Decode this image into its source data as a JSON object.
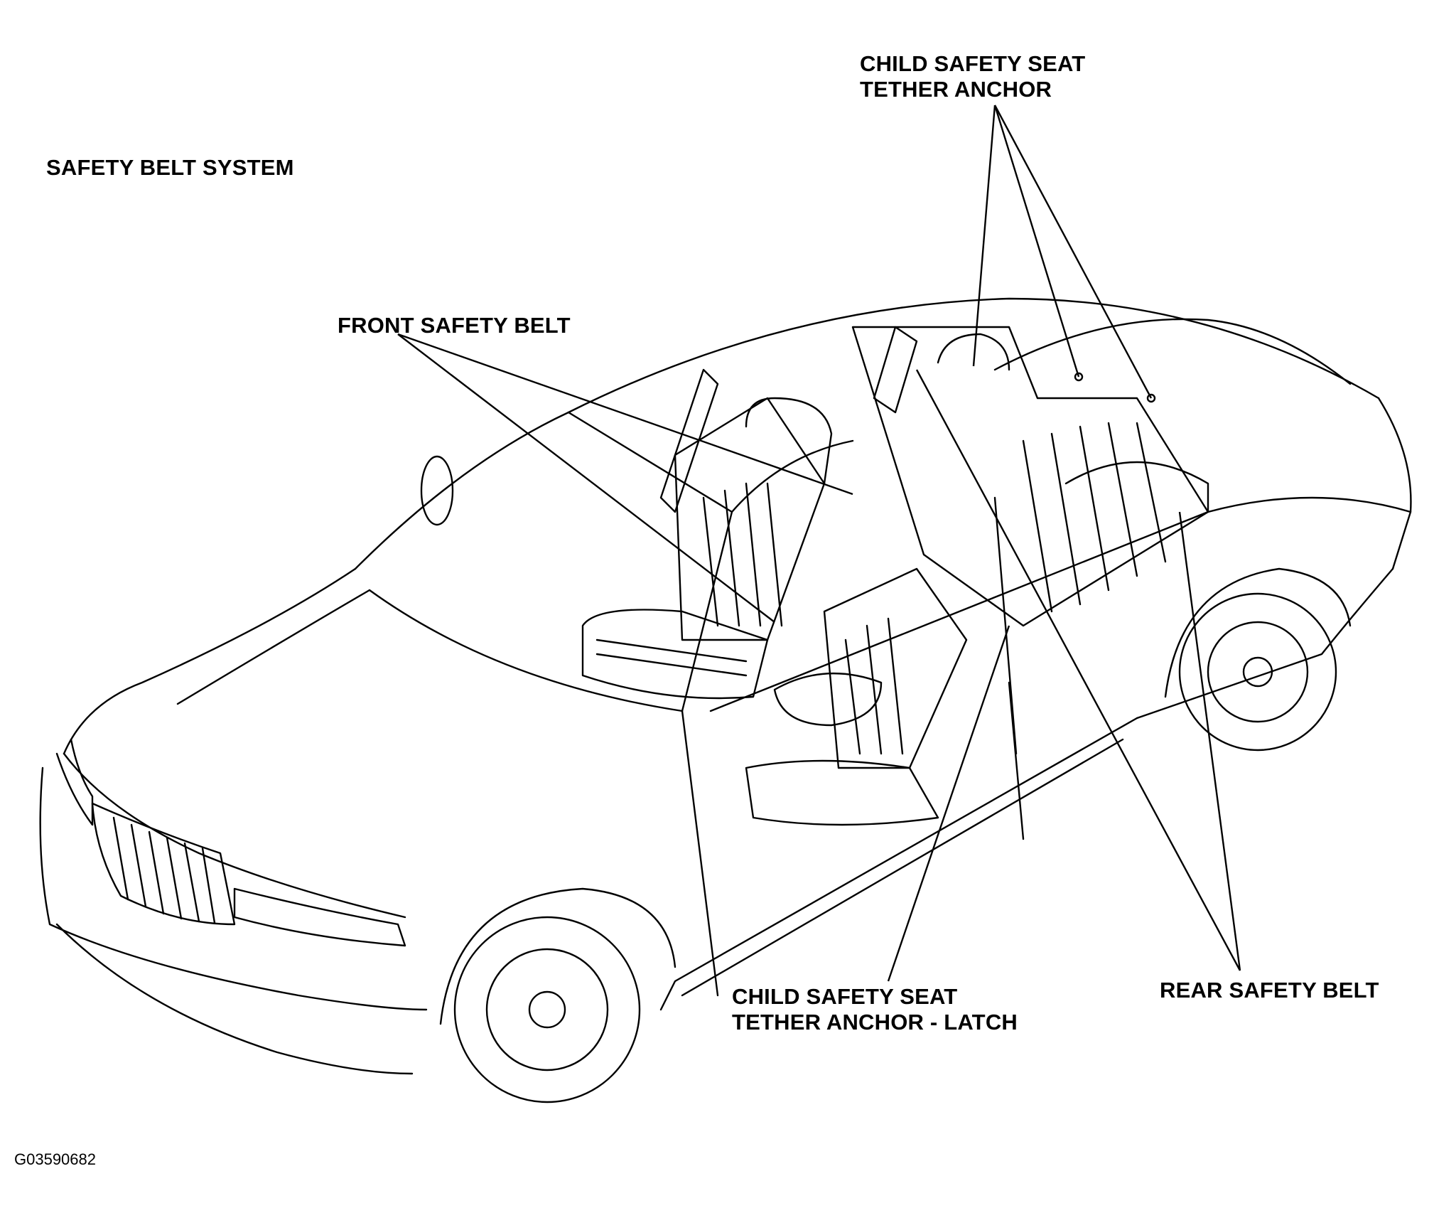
{
  "diagram": {
    "title": "SAFETY BELT SYSTEM",
    "figure_code": "G03590682",
    "callouts": {
      "front_belt": "FRONT SAFETY BELT",
      "tether_top_line1": "CHILD SAFETY SEAT",
      "tether_top_line2": "TETHER ANCHOR",
      "latch_line1": "CHILD SAFETY SEAT",
      "latch_line2": "TETHER ANCHOR - LATCH",
      "rear_belt": "REAR SAFETY BELT"
    },
    "subject": "vehicle-cutaway-seats-and-belts",
    "line_color": "#000000",
    "background": "#ffffff"
  }
}
